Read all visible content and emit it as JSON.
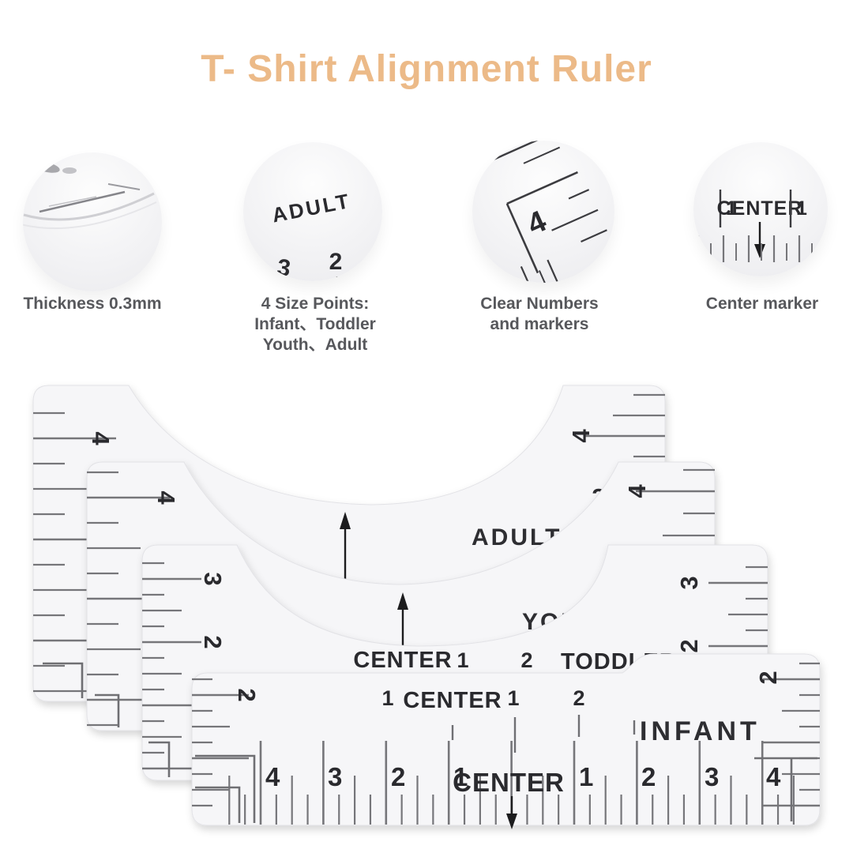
{
  "title": "T- Shirt Alignment Ruler",
  "features": [
    {
      "caption": [
        "Thickness 0.3mm"
      ]
    },
    {
      "caption": [
        "4 Size Points:",
        "Infant、Toddler",
        "Youth、Adult"
      ],
      "circle_label": "ADULT",
      "circle_num_left": "3",
      "circle_num_right": "2"
    },
    {
      "caption": [
        "Clear Numbers",
        "and markers"
      ],
      "circle_num": "4"
    },
    {
      "caption": [
        "Center marker"
      ],
      "circle_label": "CENTER",
      "circle_num_left": "1",
      "circle_num_right": "1"
    }
  ],
  "rulers": {
    "adult": {
      "label": "ADULT",
      "left_num": "4",
      "right_num": "4",
      "partial_num": "3"
    },
    "youth": {
      "label": "YOUTH",
      "left_num": "4",
      "right_num": "4"
    },
    "toddler": {
      "label": "TODDLER",
      "left_num_3": "3",
      "left_num_2": "2",
      "right_num_3": "3",
      "right_num_2": "2",
      "row_center": "CENTER",
      "row_1": "1",
      "row_2": "2"
    },
    "infant": {
      "label": "INFANT",
      "left_num": "2",
      "right_num": "2",
      "row_left_1": "1",
      "row_center": "CENTER",
      "row_1": "1",
      "row_2": "2",
      "bottom": {
        "l4": "4",
        "l3": "3",
        "l2": "2",
        "l1": "1",
        "center": "CENTER",
        "r1": "1",
        "r2": "2",
        "r3": "3",
        "r4": "4"
      }
    }
  },
  "colors": {
    "title": "#ecba88",
    "caption": "#57585c",
    "ink": "#2a2a2e",
    "tick": "#76767a"
  }
}
